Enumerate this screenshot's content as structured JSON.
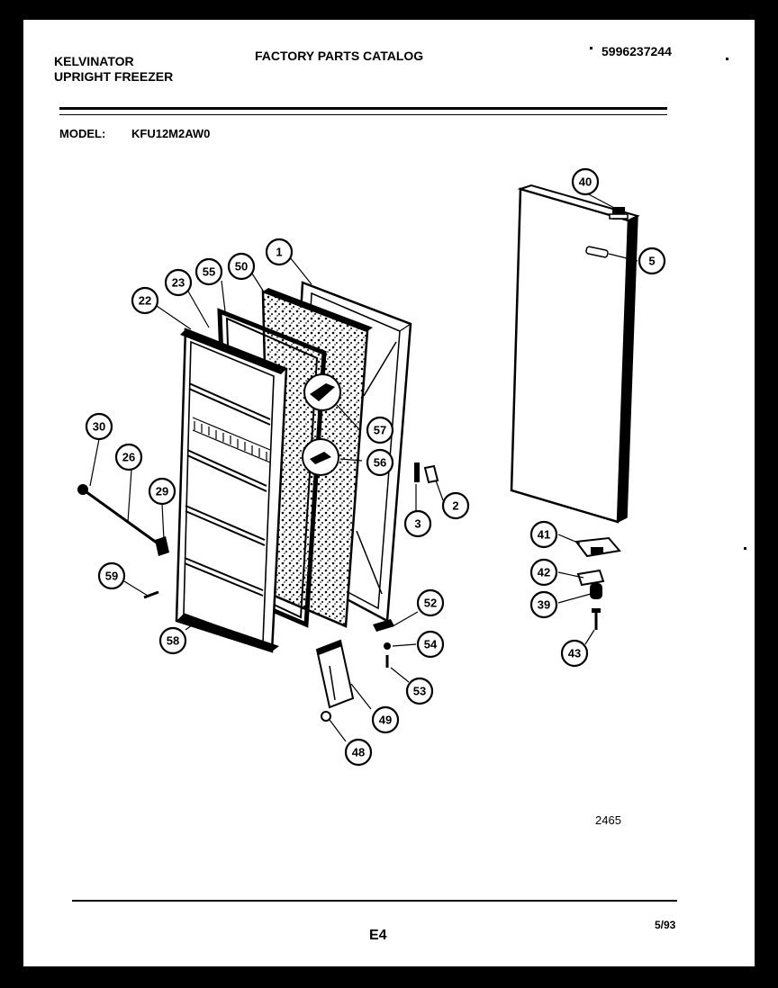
{
  "header": {
    "brand": "KELVINATOR",
    "product": "UPRIGHT FREEZER",
    "catalog_title": "FACTORY PARTS CATALOG",
    "catalog_number": "5996237244",
    "model_label": "MODEL:",
    "model_value": "KFU12M2AW0"
  },
  "footer": {
    "diagram_number": "2465",
    "page_code": "E4",
    "date": "5/93"
  },
  "callouts": [
    "1",
    "2",
    "3",
    "5",
    "22",
    "23",
    "26",
    "29",
    "30",
    "39",
    "40",
    "41",
    "42",
    "43",
    "48",
    "49",
    "50",
    "52",
    "53",
    "54",
    "55",
    "56",
    "57",
    "58",
    "59"
  ]
}
